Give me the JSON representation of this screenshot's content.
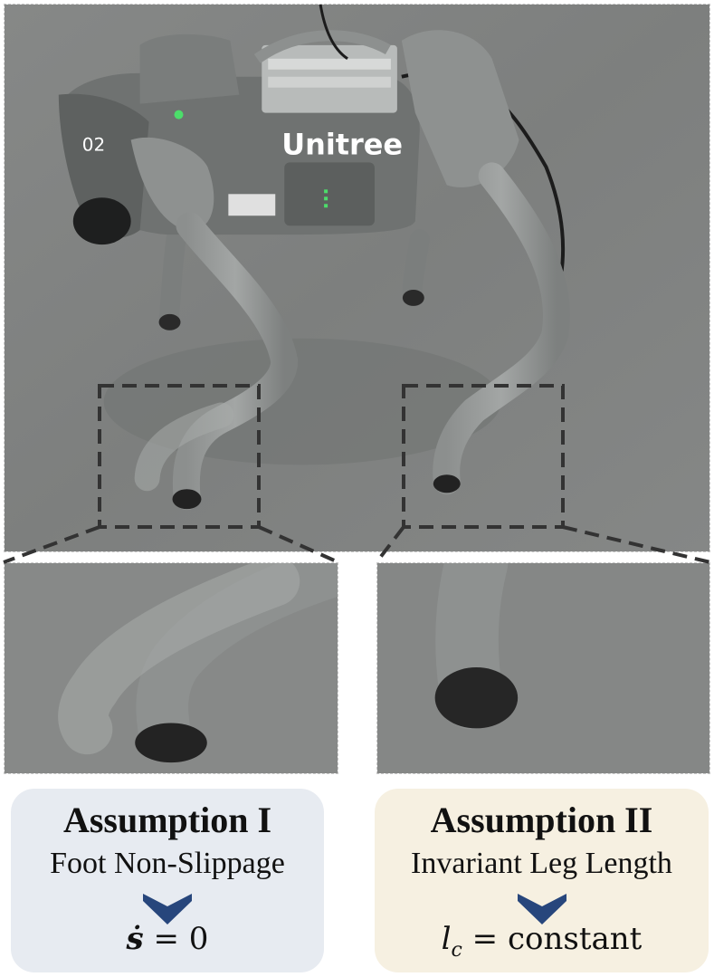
{
  "robot": {
    "brand_text": "Unitree",
    "number_text": "02"
  },
  "assumptions": [
    {
      "title": "Assumption I",
      "subtitle": "Foot Non-Slippage",
      "formula_var": "ṡ",
      "formula_rest": " = 0"
    },
    {
      "title": "Assumption II",
      "subtitle": "Invariant Leg Length",
      "formula_var": "l",
      "formula_sub": "c",
      "formula_rest": " = constant"
    }
  ],
  "colors": {
    "arrow": "#27467c",
    "card_1_bg": "#e7ebf1",
    "card_2_bg": "#f6f0e1",
    "floor": "#7f8180",
    "robot_body": "#6f7271"
  }
}
